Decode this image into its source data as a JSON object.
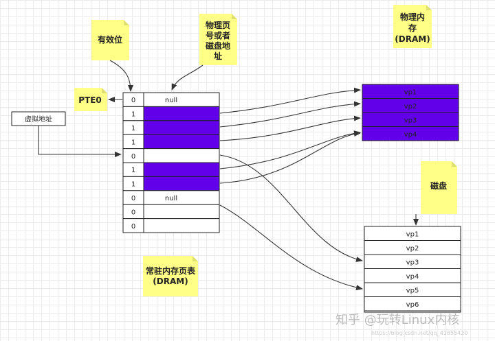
{
  "notes": {
    "valid_bit": "有效位",
    "ppn_or_disk": [
      "物理页",
      "号或者",
      "磁盘地",
      "址"
    ],
    "pte0": "PTE0",
    "virtual_address": "虚拟地址",
    "physical_memory": [
      "物理内",
      "存",
      "(DRAM)"
    ],
    "disk": "磁盘",
    "resident_table": [
      "常驻内存页表",
      "(DRAM)"
    ]
  },
  "page_table": {
    "valid_bits": [
      "0",
      "1",
      "1",
      "1",
      "0",
      "1",
      "1",
      "0",
      "0",
      "0"
    ],
    "entries": [
      "null",
      "",
      "",
      "",
      "",
      "",
      "",
      "null",
      "",
      ""
    ]
  },
  "dram_pages": [
    "vp1",
    "vp2",
    "vp3",
    "vp4"
  ],
  "disk_pages": [
    "vp1",
    "vp2",
    "vp3",
    "vp4",
    "vp5",
    "vp6"
  ],
  "watermark": {
    "text": "知乎 @玩转Linux内核",
    "sub": "https://blog.csdn.net/qq_41855420"
  },
  "colors": {
    "note": "#ffff88",
    "mapped": "#6200ea"
  }
}
